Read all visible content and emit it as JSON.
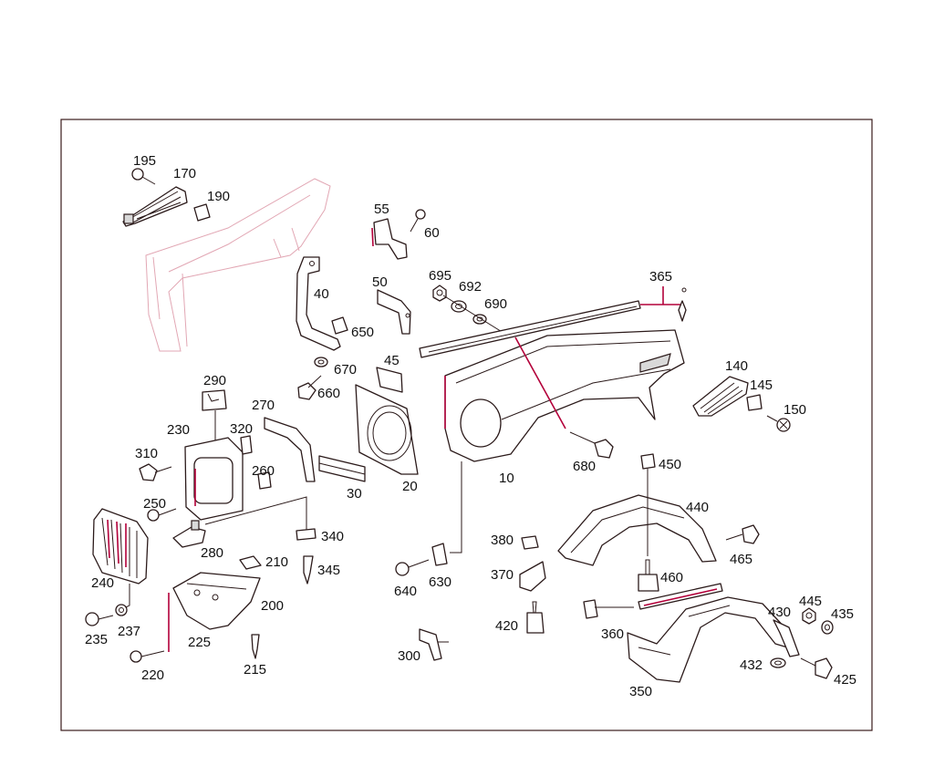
{
  "diagram": {
    "callouts": {
      "c10": "10",
      "c20": "20",
      "c30": "30",
      "c40": "40",
      "c45": "45",
      "c50": "50",
      "c55": "55",
      "c60": "60",
      "c140": "140",
      "c145": "145",
      "c150": "150",
      "c170": "170",
      "c190": "190",
      "c195": "195",
      "c200": "200",
      "c210": "210",
      "c215": "215",
      "c220": "220",
      "c225": "225",
      "c230": "230",
      "c235": "235",
      "c237": "237",
      "c240": "240",
      "c250": "250",
      "c260": "260",
      "c270": "270",
      "c280": "280",
      "c290": "290",
      "c300": "300",
      "c310": "310",
      "c320": "320",
      "c340": "340",
      "c345": "345",
      "c350": "350",
      "c360": "360",
      "c365": "365",
      "c370": "370",
      "c380": "380",
      "c420": "420",
      "c425": "425",
      "c430": "430",
      "c432": "432",
      "c435": "435",
      "c440": "440",
      "c445": "445",
      "c450": "450",
      "c460": "460",
      "c465": "465",
      "c630": "630",
      "c640": "640",
      "c650": "650",
      "c660": "660",
      "c670": "670",
      "c680": "680",
      "c690": "690",
      "c692": "692",
      "c695": "695"
    }
  }
}
